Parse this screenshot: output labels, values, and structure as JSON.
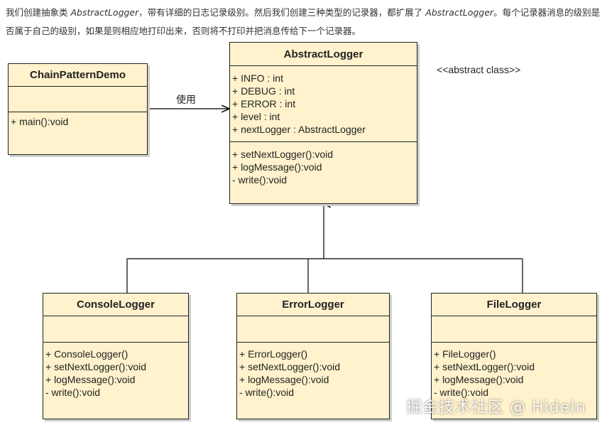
{
  "intro": {
    "p1_a": "我们创建抽象类 ",
    "p1_em1": "AbstractLogger",
    "p1_b": "，带有详细的日志记录级别。然后我们创建三种类型的记录器，都扩展了 ",
    "p1_em2": "AbstractLogger",
    "p1_c": "。每个记录器消息的级别是否属于自己的级别，如果是则相应地打印出来，否则将不打印并把消息传给下一个记录器。"
  },
  "diagram": {
    "uses_label": "使用",
    "stereotype_note": "<<abstract class>>",
    "demo": {
      "title": "ChainPatternDemo",
      "methods": [
        "+ main():void"
      ]
    },
    "abstract": {
      "title": "AbstractLogger",
      "fields": [
        "+ INFO : int",
        "+ DEBUG : int",
        "+ ERROR : int",
        "+ level : int",
        "+ nextLogger : AbstractLogger"
      ],
      "methods": [
        "+ setNextLogger():void",
        "+ logMessage():void",
        "- write():void"
      ]
    },
    "console": {
      "title": "ConsoleLogger",
      "methods": [
        "+ ConsoleLogger()",
        "+ setNextLogger():void",
        "+ logMessage():void",
        "- write():void"
      ]
    },
    "error": {
      "title": "ErrorLogger",
      "methods": [
        "+ ErrorLogger()",
        "+ setNextLogger():void",
        "+ logMessage():void",
        "- write():void"
      ]
    },
    "file": {
      "title": "FileLogger",
      "methods": [
        "+ FileLogger()",
        "+ setNextLogger():void",
        "+ logMessage():void",
        "- write():void"
      ]
    }
  },
  "watermark": "掘金技术社区 @ HideIn"
}
